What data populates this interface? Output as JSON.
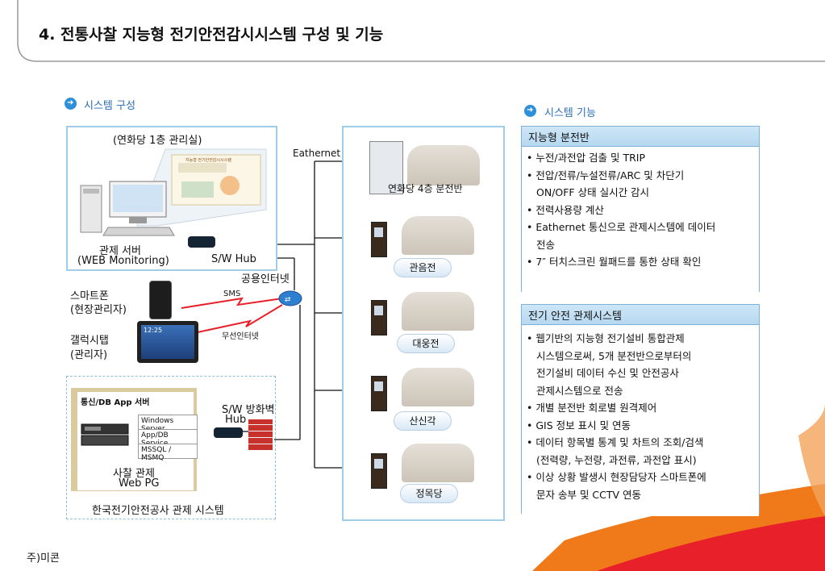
{
  "title": "4. 전통사찰 지능형 전기안전감시시스템 구성 및 기능",
  "footer": "주)미콘",
  "left_section": {
    "heading": "시스템 구성",
    "office_label": "(연화당 1층 관리실)",
    "server_label": "관제 서버",
    "server_sub": "(WEB Monitoring)",
    "hub_label": "S/W  Hub",
    "eathernet": "Eathernet",
    "internet": "공용인터넷",
    "sms": "SMS",
    "wireless": "무선인터넷",
    "smartphone": "스마트폰",
    "smartphone_sub": "(현장관리자)",
    "tablet": "갤럭시탭",
    "tablet_sub": "(관리자)",
    "db_server_title": "통신/DB App 서버",
    "db_items": [
      "Windows Server",
      "App/DB Service",
      "MSSQL / MSMQ"
    ],
    "firewall_label": "S/W 방화벽",
    "firewall_hub": "Hub",
    "temple_label_1": "사찰 관제",
    "temple_label_2": "Web PG",
    "kesco_label": "한국전기안전공사 관제 시스템",
    "monitor_screen_text": "지능형 전기안전감시시스템",
    "tablet_time": "12:25"
  },
  "buildings": [
    "연화당 4층 분전반",
    "관음전",
    "대웅전",
    "산신각",
    "정목당"
  ],
  "right_section": {
    "heading": "시스템 기능",
    "box1": {
      "title": "지능형 분전반",
      "items": [
        "누전/과전압 검출 및 TRIP",
        "전압/전류/누설전류/ARC 및 차단기",
        "ON/OFF 상태 실시간 감시",
        "전력사용량 계산",
        "Eathernet 통신으로 관제시스템에 데이터",
        "전송",
        "7″ 터치스크린 월패드를 통한 상태 확인"
      ]
    },
    "box2": {
      "title": "전기 안전 관제시스템",
      "items": [
        "웹기반의 지능형 전기설비 통합관제",
        "시스템으로써, 5개 분전반으로부터의",
        "전기설비 데이터 수신 및 안전공사",
        "관제시스템으로 전송",
        "개별 분전반 회로별 원격제어",
        "GIS 정보 표시 및 연동",
        "데이터 항목별 통계 및 차트의 조회/검색",
        "(전력량, 누전량, 과전류, 과전압 표시)",
        "이상 상황 발생시 현장담당자 스마트폰에",
        "문자 송부 및 CCTV 연동"
      ]
    }
  },
  "colors": {
    "accent": "#2a6db4",
    "panel_border": "#9fcde8",
    "orange": "#f07a1a",
    "red": "#e8202a"
  }
}
